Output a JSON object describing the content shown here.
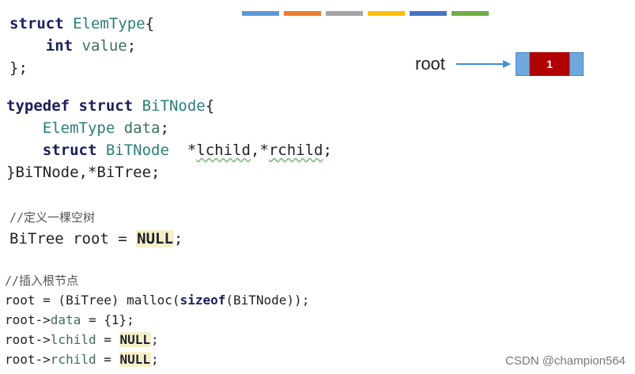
{
  "palette": [
    "#5b9bd5",
    "#ed7d31",
    "#a5a5a5",
    "#ffc000",
    "#4472c4",
    "#70ad47"
  ],
  "diagram": {
    "pointer_label": "root",
    "node_value": "1",
    "colors": {
      "arrow": "#3c8fd6",
      "node_data": "#b00000",
      "node_ptr": "#6fa8dc"
    }
  },
  "code": {
    "struct_kw": "struct",
    "elemtype_type": "ElemType",
    "brace_open": "{",
    "int_kw": "int",
    "value_field": "value",
    "semi": ";",
    "close_semi": "};",
    "typedef_kw": "typedef",
    "bitnode_type": "BiTNode",
    "data_field": "data",
    "star": "*",
    "lchild": "lchild",
    "comma": ",",
    "rchild": "rchild",
    "close_decl": "}BiTNode,*BiTree;",
    "comment_empty": "//定义一棵空树",
    "root_decl": "BiTree root = ",
    "null_kw": "NULL",
    "comment_insert": "//插入根节点",
    "malloc_prefix": "root = (BiTree) malloc(",
    "sizeof_kw": "sizeof",
    "malloc_suffix": "(BiTNode));",
    "root_arrow": "root->",
    "assign_data": " = {1};",
    "assign_eq": " = "
  },
  "watermark": "CSDN @champion564"
}
